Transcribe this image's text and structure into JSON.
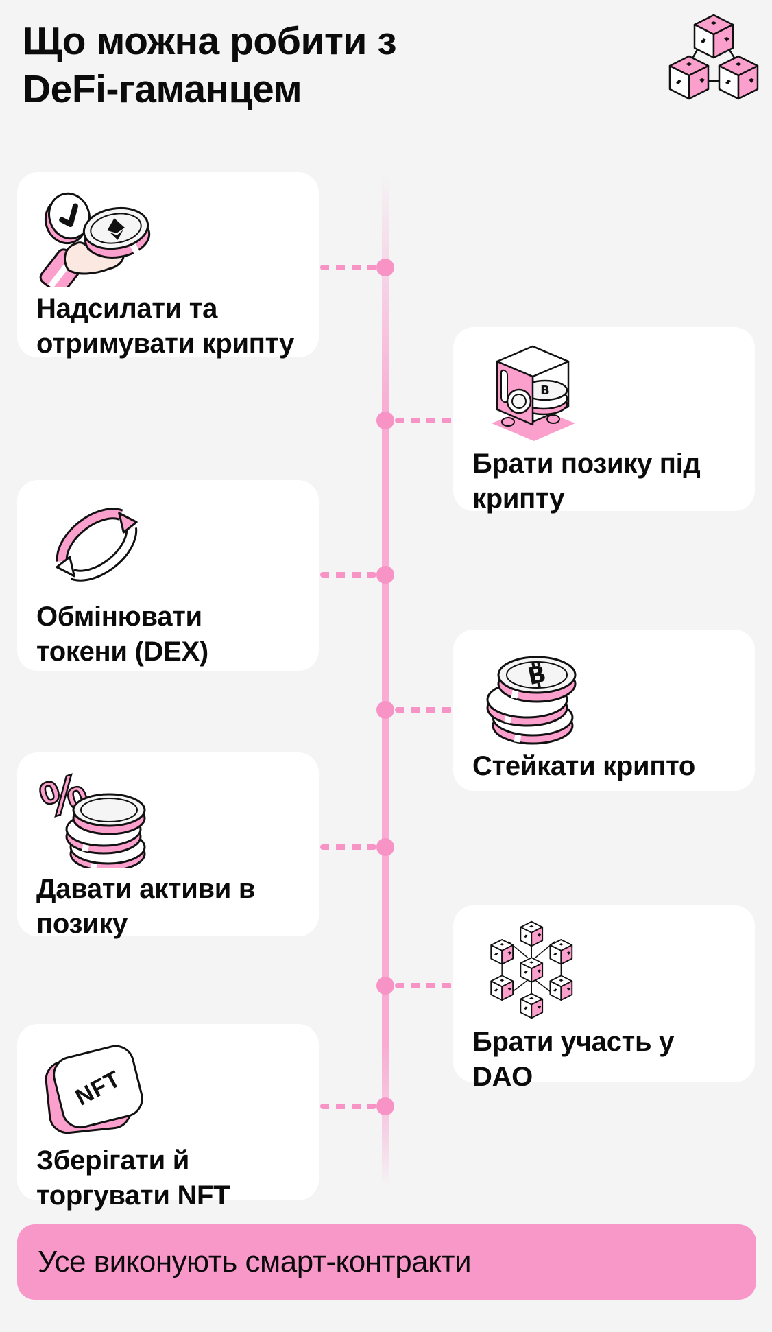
{
  "page": {
    "title": "Що можна робити з\nDeFi-гаманцем",
    "language": "uk",
    "background_color": "#F4F4F5"
  },
  "header": {
    "icon": "blockchain-cubes-icon"
  },
  "timeline": {
    "orientation": "vertical",
    "line_color": "#F9ABD3",
    "dot_color": "#F893C6",
    "dot_count": 7,
    "connector_style": "dashed"
  },
  "cards": [
    {
      "id": "send-receive",
      "side": "left",
      "icon": "hand-coin-icon",
      "label": "Надсилати та\nотримувати крипту"
    },
    {
      "id": "borrow",
      "side": "right",
      "icon": "vault-loan-icon",
      "label": "Брати позику під\nкрипту"
    },
    {
      "id": "swap",
      "side": "left",
      "icon": "swap-arrows-icon",
      "label": "Обмінювати\nтокени (DEX)"
    },
    {
      "id": "stake",
      "side": "right",
      "icon": "coin-stack-icon",
      "label": "Стейкати крипто"
    },
    {
      "id": "lend",
      "side": "left",
      "icon": "percent-coins-icon",
      "label": "Давати активи в\nпозику"
    },
    {
      "id": "dao",
      "side": "right",
      "icon": "dao-cubes-icon",
      "label": "Брати участь у\nDAO"
    },
    {
      "id": "nft",
      "side": "left",
      "icon": "nft-badge-icon",
      "label": "Зберігати й\nторгувати NFT"
    }
  ],
  "banner": {
    "label": "Усе виконують смарт-контракти",
    "background_color": "#F898C8"
  },
  "colors": {
    "accent_pink": "#F893C6",
    "line_pink": "#F9ABD3",
    "illustration_pink": "#FB9FCC",
    "card_background": "#FFFFFF",
    "text": "#0B0B0C"
  }
}
